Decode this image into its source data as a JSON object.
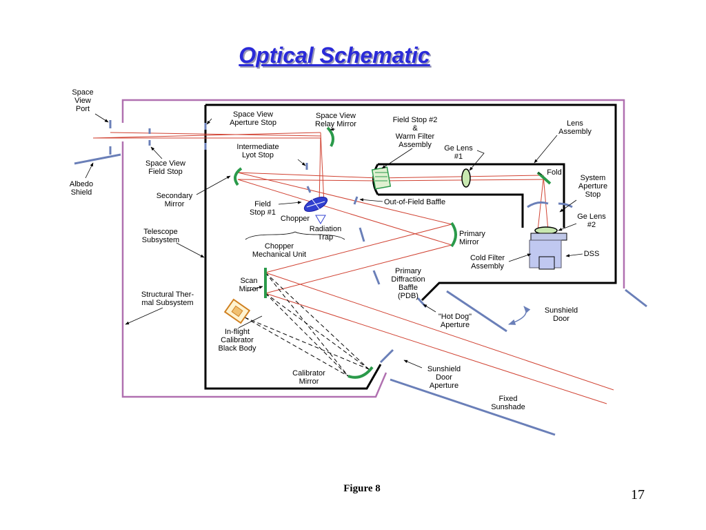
{
  "title": "Optical Schematic",
  "caption": "Figure 8",
  "page_number": "17",
  "colors": {
    "title": "#2a2ad8",
    "ray": "#d04030",
    "mirror": "#2a9a4a",
    "baffle": "#6a7fb8",
    "structure": "#b070b0",
    "instrument": "#000000"
  },
  "labels": {
    "space_view_port": [
      "Space",
      "View",
      "Port"
    ],
    "albedo_shield": [
      "Albedo",
      "Shield"
    ],
    "sv_aperture_stop": [
      "Space View",
      "Aperture Stop"
    ],
    "sv_relay_mirror": [
      "Space View",
      "Relay Mirror"
    ],
    "field_stop_2": [
      "Field Stop #2",
      "&",
      "Warm Filter",
      "Assembly"
    ],
    "ge_lens_1": [
      "Ge Lens",
      "#1"
    ],
    "lens_assembly": [
      "Lens",
      "Assembly"
    ],
    "intermediate_lyot": [
      "Intermediate",
      "Lyot Stop"
    ],
    "sv_field_stop": [
      "Space View",
      "Field Stop"
    ],
    "fold": [
      "Fold"
    ],
    "system_aperture": [
      "System",
      "Aperture",
      "Stop"
    ],
    "secondary_mirror": [
      "Secondary",
      "Mirror"
    ],
    "field_stop_1": [
      "Field",
      "Stop #1"
    ],
    "chopper": [
      "Chopper"
    ],
    "out_of_field_baffle": [
      "Out-of-Field Baffle"
    ],
    "ge_lens_2": [
      "Ge Lens",
      "#2"
    ],
    "radiation_trap": [
      "Radiation",
      "Trap"
    ],
    "telescope_subsystem": [
      "Telescope",
      "Subsystem"
    ],
    "primary_mirror": [
      "Primary",
      "Mirror"
    ],
    "chopper_mech": [
      "Chopper",
      "Mechanical Unit"
    ],
    "dss": [
      "DSS"
    ],
    "cold_filter": [
      "Cold Filter",
      "Assembly"
    ],
    "pdb": [
      "Primary",
      "Diffraction",
      "Baffle",
      "(PDB)"
    ],
    "scan_mirror": [
      "Scan",
      "Mirror"
    ],
    "structural_thermal": [
      "Structural Ther-",
      "mal Subsystem"
    ],
    "sunshield_door": [
      "Sunshield",
      "Door"
    ],
    "hot_dog": [
      "\"Hot Dog\"",
      "Aperture"
    ],
    "calibrator": [
      "In-flight",
      "Calibrator",
      "Black Body"
    ],
    "calibrator_mirror": [
      "Calibrator",
      "Mirror"
    ],
    "sunshield_door_aperture": [
      "Sunshield",
      "Door",
      "Aperture"
    ],
    "fixed_sunshade": [
      "Fixed",
      "Sunshade"
    ]
  }
}
